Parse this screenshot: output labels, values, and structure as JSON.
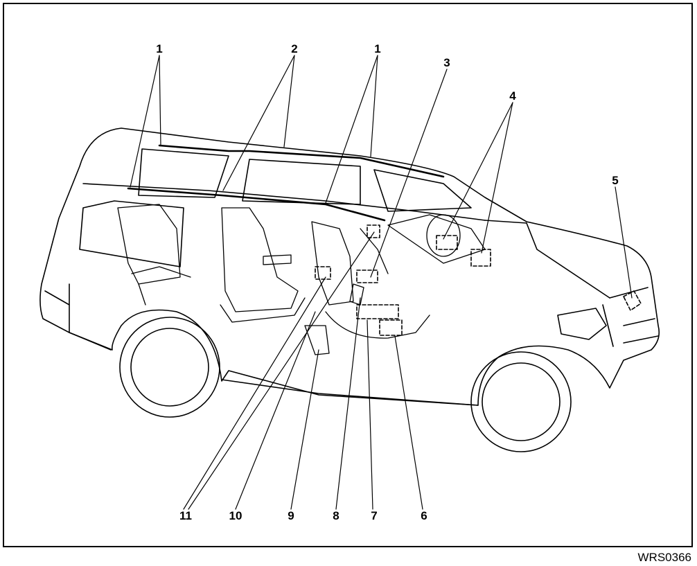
{
  "figure_code": "WRS0366",
  "callouts": {
    "c1a": "1",
    "c2": "2",
    "c1b": "1",
    "c3": "3",
    "c4": "4",
    "c5": "5",
    "c11": "11",
    "c10": "10",
    "c9": "9",
    "c8": "8",
    "c7": "7",
    "c6": "6"
  }
}
